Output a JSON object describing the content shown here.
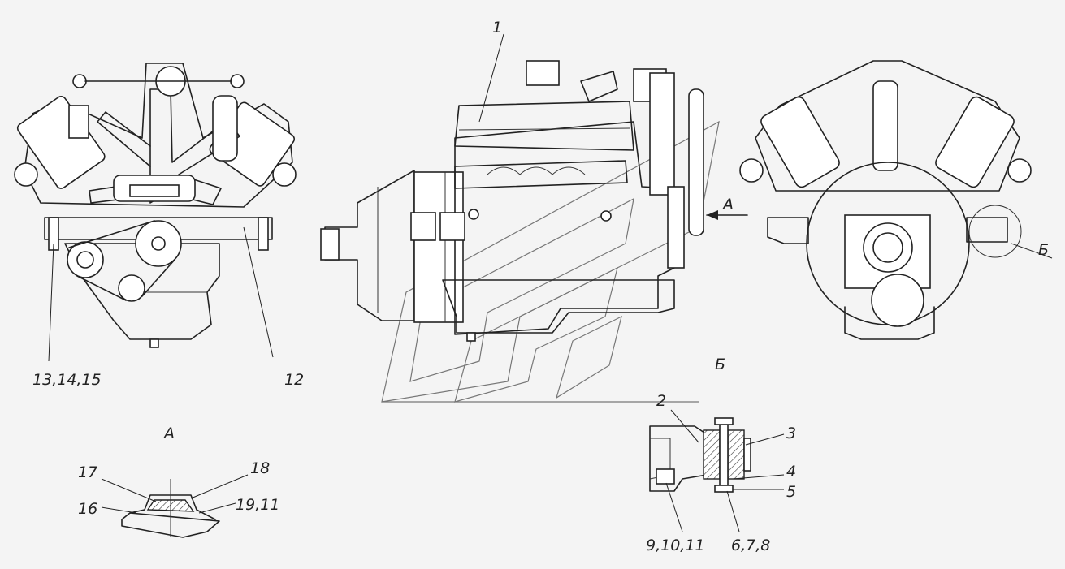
{
  "labels": {
    "l1": "1",
    "l2": "2",
    "l3": "3",
    "l4": "4",
    "l5": "5",
    "l6": "6,7,8",
    "l9": "9,10,11",
    "l12": "12",
    "l13": "13,14,15",
    "l16": "16",
    "l17": "17",
    "l18": "18",
    "l19": "19,11",
    "viewA": "А",
    "viewB": "Б",
    "arrowA": "А",
    "calloutB": "Б"
  }
}
